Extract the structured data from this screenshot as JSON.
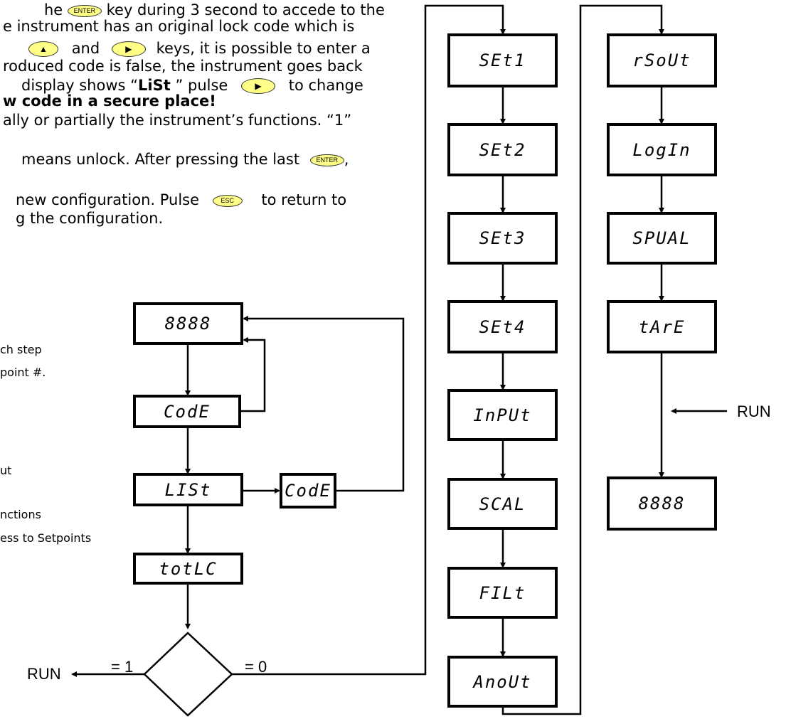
{
  "intro": {
    "line1": {
      "a": "he",
      "key": "ENTER",
      "b": "key during 3 second to accede to the"
    },
    "line2": "e instrument has an original lock code which is",
    "line3": {
      "a": "and",
      "b": "keys, it is possible to enter a"
    },
    "line4": "roduced code is false, the instrument goes back",
    "line5": {
      "a": "display shows “",
      "bold": "LiSt",
      "b": " ” pulse",
      "c": "to change"
    },
    "line6": "w code in a secure place!",
    "line7": "ally or partially the instrument’s functions. “1”",
    "line8": {
      "a": "means unlock. After pressing the last",
      "key": "ENTER",
      "b": ","
    },
    "line9": {
      "a": "new configuration. Pulse",
      "key": "ESC",
      "b": "to return to"
    },
    "line10": "g the configuration."
  },
  "legend": [
    "ch step",
    "point #.",
    "ut",
    "nctions",
    "ess to Setpoints"
  ],
  "flow": {
    "main": [
      "8888",
      "CodE",
      "LISt",
      "totLC"
    ],
    "code_box": "CodE",
    "decision": {
      "left": "= 1",
      "right": "= 0",
      "run": "RUN"
    },
    "col2": [
      "SEt1",
      "SEt2",
      "SEt3",
      "SEt4",
      "InPUt",
      "SCAL",
      "FILt",
      "AnoUt"
    ],
    "col3": [
      "rSoUt",
      "LogIn",
      "SPUAL",
      "tArE",
      "8888"
    ],
    "run_right": "RUN"
  },
  "colors": {
    "key_fill": "#ffff88",
    "line": "#000000"
  }
}
